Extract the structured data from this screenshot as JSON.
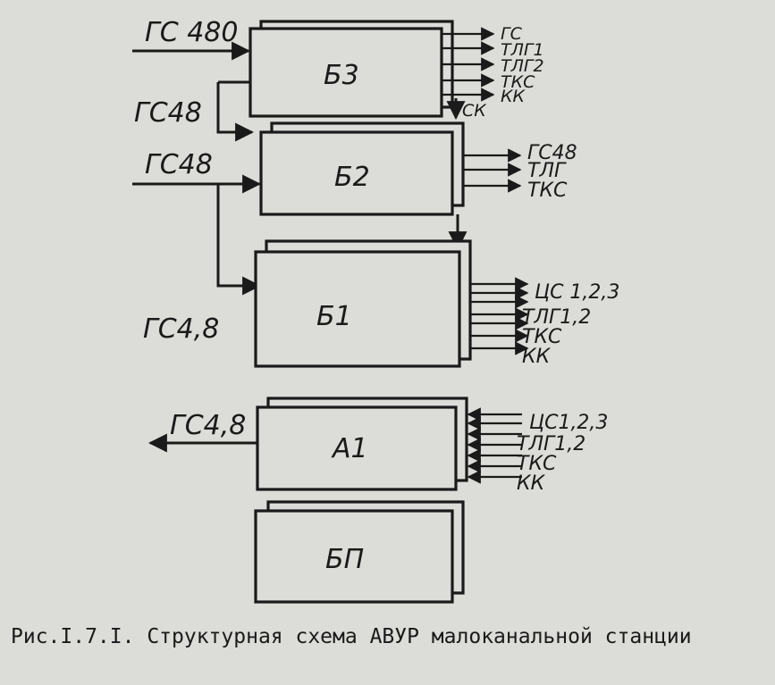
{
  "blocks": {
    "b3": "Б3",
    "b2": "Б2",
    "b1": "Б1",
    "a1": "А1",
    "bp": "БП"
  },
  "inputs": {
    "b3_in": "ГС 480",
    "gs48_top": "ГС48",
    "gs48_left": "ГС48",
    "gs48_b1": "ГС4,8",
    "a1_out": "ГС4,8"
  },
  "b3_outputs": [
    "ГС",
    "ТЛГ1",
    "ТЛГ2",
    "ТКС",
    "КК"
  ],
  "b3_down": "СК",
  "b2_outputs": [
    "ГС48",
    "ТЛГ",
    "ТКС"
  ],
  "b1_outputs": [
    "ЦС 1,2,3",
    "ТЛГ1,2",
    "ТКС",
    "КК"
  ],
  "a1_inputs": [
    "ЦС1,2,3",
    "ТЛГ1,2",
    "ТКС",
    "КК"
  ],
  "caption": "Рис.I.7.I. Структурная схема АВУР малоканальной станции"
}
